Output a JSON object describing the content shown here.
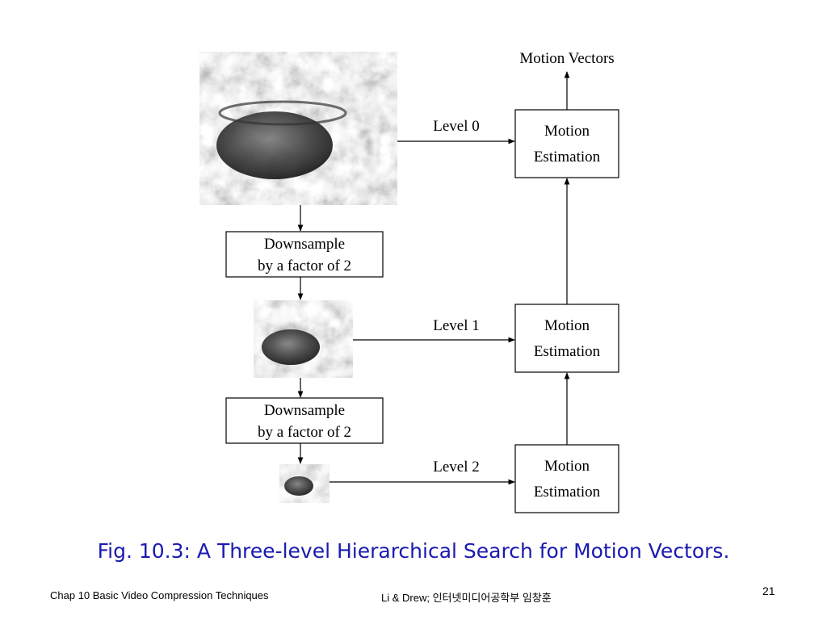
{
  "diagram": {
    "output_label": "Motion Vectors",
    "levels": [
      {
        "label": "Level 0",
        "box_line1": "Motion",
        "box_line2": "Estimation"
      },
      {
        "label": "Level 1",
        "box_line1": "Motion",
        "box_line2": "Estimation"
      },
      {
        "label": "Level 2",
        "box_line1": "Motion",
        "box_line2": "Estimation"
      }
    ],
    "downsample": [
      {
        "line1": "Downsample",
        "line2": "by a factor of 2"
      },
      {
        "line1": "Downsample",
        "line2": "by a factor of 2"
      }
    ],
    "image_texture": "grayscale rocky landscape with spherical object",
    "colors": {
      "stroke": "#000000",
      "caption": "#1a1ab0"
    }
  },
  "caption": "Fig. 10.3: A Three-level Hierarchical Search for Motion Vectors.",
  "footer": {
    "left": "Chap 10  Basic Video Compression Techniques",
    "middle": "Li & Drew; 인터넷미디어공학부 임창훈",
    "page": "21"
  }
}
